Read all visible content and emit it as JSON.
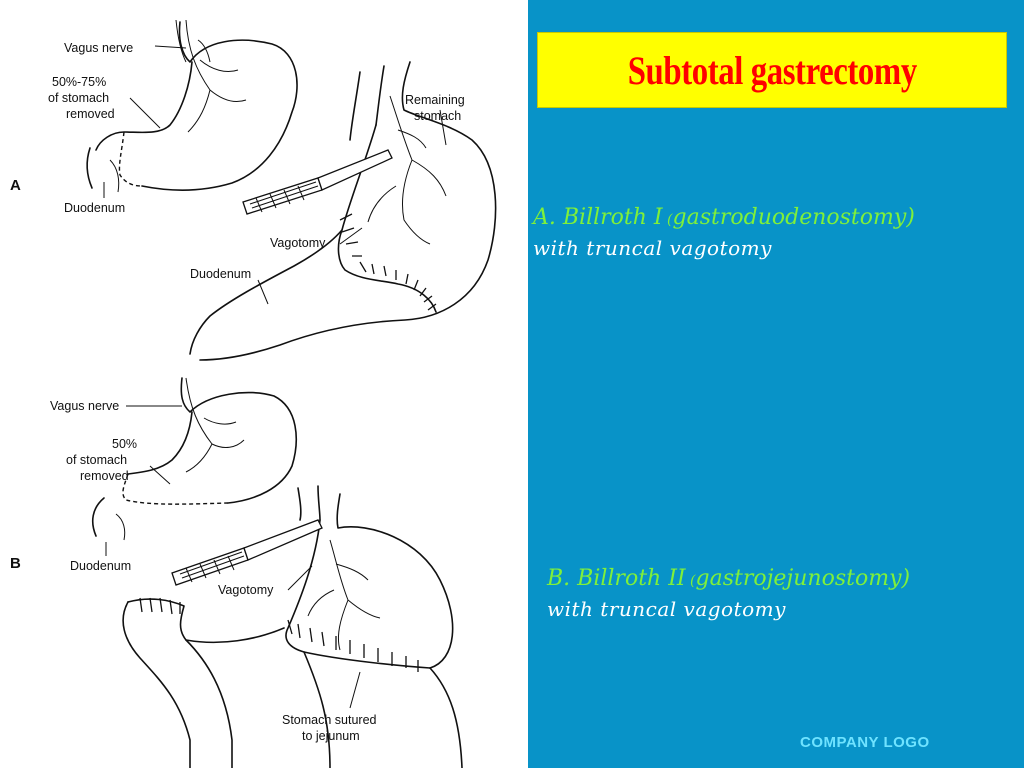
{
  "slide": {
    "title": "Subtotal gastrectomy",
    "caption_a": {
      "label": "A. Billroth I",
      "paren_open": " (",
      "procedure": "gastroduodenostomy)",
      "subline": "with truncal vagotomy"
    },
    "caption_b": {
      "label": "B. Billroth II",
      "paren_open": " (",
      "procedure": "gastrojejunostomy)",
      "subline": "with truncal vagotomy"
    },
    "company_logo": "COMPANY LOGO"
  },
  "illustration": {
    "panel_a": {
      "letter": "A",
      "vagus_nerve": "Vagus nerve",
      "removed_1": "50%-75%",
      "removed_2": "of stomach",
      "removed_3": "removed",
      "duodenum": "Duodenum",
      "remaining_1": "Remaining",
      "remaining_2": "stomach",
      "vagotomy": "Vagotomy",
      "duodenum_2": "Duodenum"
    },
    "panel_b": {
      "letter": "B",
      "vagus_nerve": "Vagus nerve",
      "removed_1": "50%",
      "removed_2": "of stomach",
      "removed_3": "removed",
      "duodenum": "Duodenum",
      "vagotomy": "Vagotomy",
      "sutured_1": "Stomach sutured",
      "sutured_2": "to jejunum"
    }
  },
  "colors": {
    "background": "#0893c8",
    "title_box": "#ffff00",
    "title_text": "#ff0000",
    "caption_green": "#7ff03a",
    "caption_white": "#ffffff",
    "logo": "#6fe3ff"
  }
}
